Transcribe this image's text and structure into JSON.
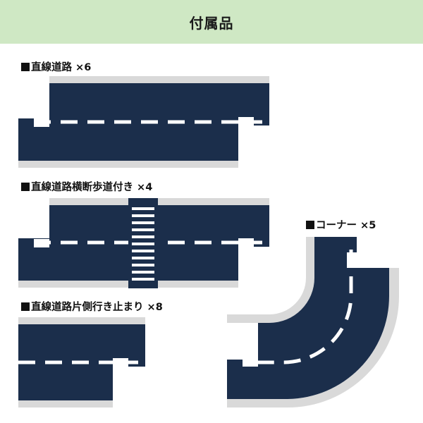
{
  "header": {
    "title": "付属品"
  },
  "sections": {
    "straight": {
      "label": "直線道路 ×6"
    },
    "crosswalk": {
      "label": "直線道路横断歩道付き ×4"
    },
    "dead_end": {
      "label": "直線道路片側行き止まり ×8"
    },
    "corner": {
      "label": "コーナー ×5"
    }
  },
  "colors": {
    "road": "#1b2e4b",
    "curb": "#d9d9d9",
    "marking": "#ffffff",
    "header_bg": "#cfe8c4"
  }
}
